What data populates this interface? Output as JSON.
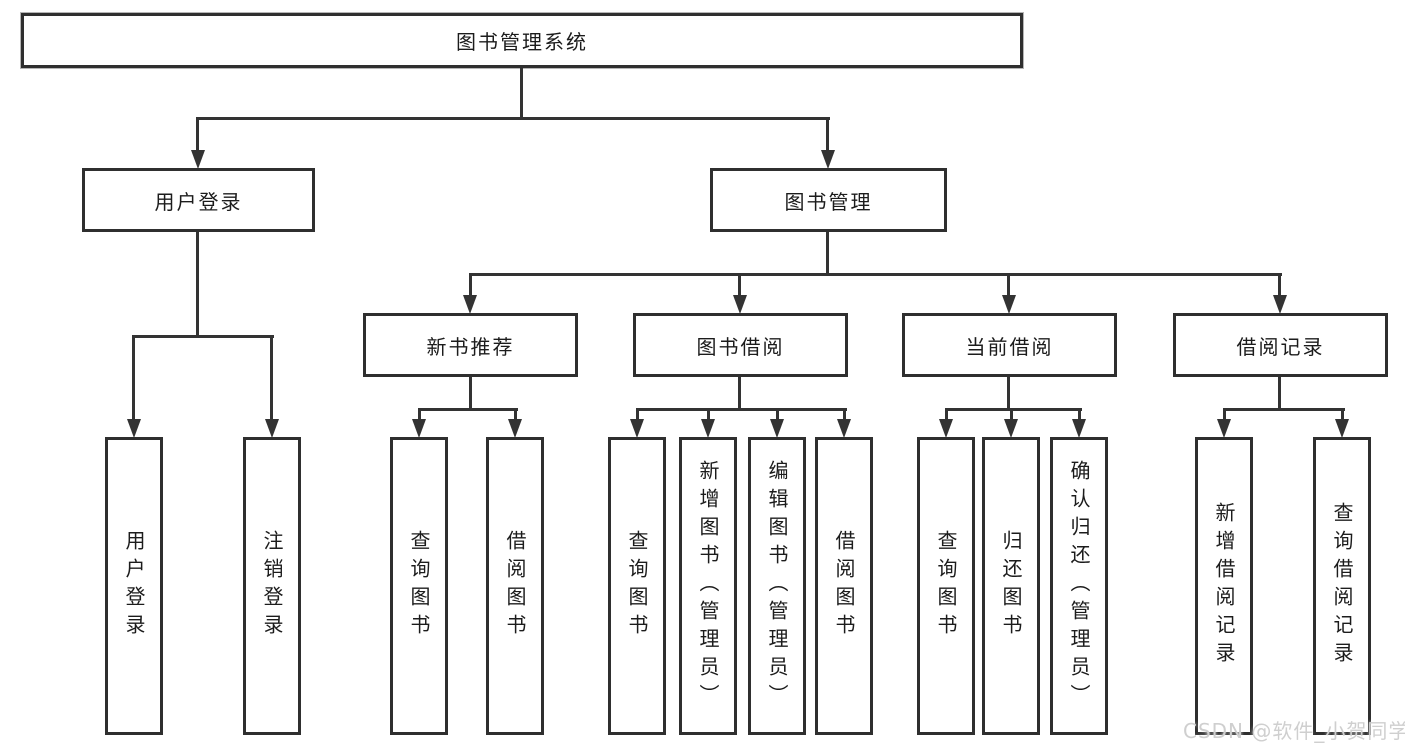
{
  "tree": {
    "root": {
      "label": "图书管理系统",
      "children": [
        {
          "label": "用户登录",
          "children": [
            {
              "label": "用户登录"
            },
            {
              "label": "注销登录"
            }
          ]
        },
        {
          "label": "图书管理",
          "children": [
            {
              "label": "新书推荐",
              "children": [
                {
                  "label": "查询图书"
                },
                {
                  "label": "借阅图书"
                }
              ]
            },
            {
              "label": "图书借阅",
              "children": [
                {
                  "label": "查询图书"
                },
                {
                  "label": "新增图书（管理员）"
                },
                {
                  "label": "编辑图书（管理员）"
                },
                {
                  "label": "借阅图书"
                }
              ]
            },
            {
              "label": "当前借阅",
              "children": [
                {
                  "label": "查询图书"
                },
                {
                  "label": "归还图书"
                },
                {
                  "label": "确认归还（管理员）"
                }
              ]
            },
            {
              "label": "借阅记录",
              "children": [
                {
                  "label": "新增借阅记录"
                },
                {
                  "label": "查询借阅记录"
                }
              ]
            }
          ]
        }
      ]
    }
  },
  "watermark": {
    "text": "CSDN @软件_小贺同学"
  },
  "colors": {
    "line": "#333333",
    "box_border": "#2f2f2f",
    "text": "#1c1c1c",
    "watermark": "#cfcfcf",
    "background": "#ffffff"
  }
}
